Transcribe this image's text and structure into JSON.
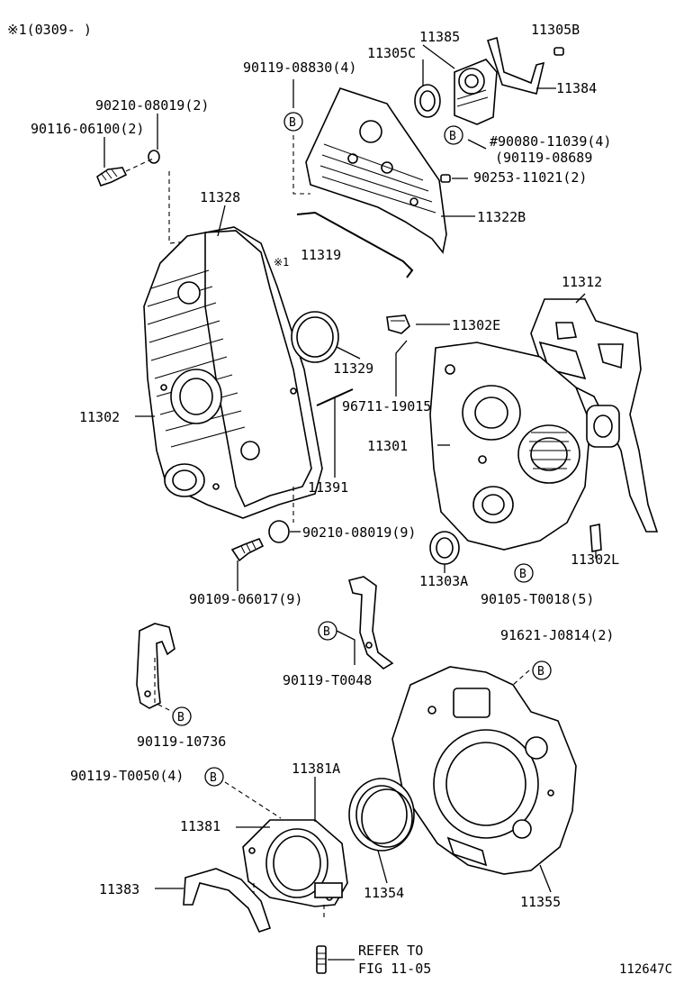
{
  "header_note": "※1(0309-      )",
  "ref_code": "112647C",
  "refer": {
    "line1": "REFER TO",
    "line2": "FIG 11-05"
  },
  "b_marker": "B",
  "star_marker": "※1",
  "labels": {
    "p11385": "11385",
    "p11305B": "11305B",
    "p11305C": "11305C",
    "p90119_08830": "90119-08830(4)",
    "p11384": "11384",
    "p90210_08019_2": "90210-08019(2)",
    "p90116_06100": "90116-06100(2)",
    "p90080_11039": "#90080-11039(4)",
    "p90119_08689": "(90119-08689",
    "p90253_11021": "90253-11021(2)",
    "p11328": "11328",
    "p11322B": "11322B",
    "p11319": "11319",
    "p11312": "11312",
    "p11302E": "11302E",
    "p11329": "11329",
    "p96711_19015": "96711-19015",
    "p11302": "11302",
    "p11301": "11301",
    "p11391": "11391",
    "p90210_08019_9": "90210-08019(9)",
    "p11303A": "11303A",
    "p11302L": "11302L",
    "p90109_06017": "90109-06017(9)",
    "p90105_T0018": "90105-T0018(5)",
    "p91621_J0814": "91621-J0814(2)",
    "p90119_T0048": "90119-T0048",
    "p90119_10736": "90119-10736",
    "p90119_T0050": "90119-T0050(4)",
    "p11381A": "11381A",
    "p11381": "11381",
    "p11383": "11383",
    "p11354": "11354",
    "p11355": "11355"
  }
}
